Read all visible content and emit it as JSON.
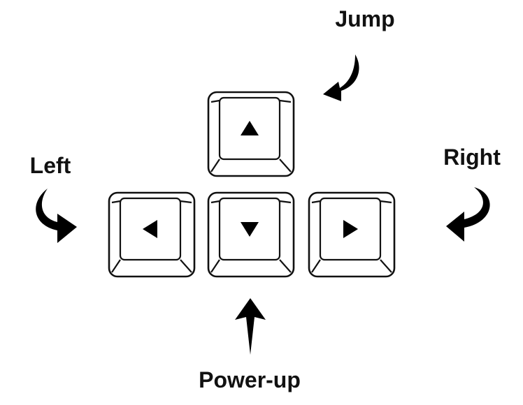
{
  "diagram": {
    "keys": [
      {
        "id": "up",
        "icon": "triangle-up-icon"
      },
      {
        "id": "left",
        "icon": "triangle-left-icon"
      },
      {
        "id": "down",
        "icon": "triangle-down-icon"
      },
      {
        "id": "right",
        "icon": "triangle-right-icon"
      }
    ],
    "labels": {
      "jump": "Jump",
      "left": "Left",
      "right": "Right",
      "powerup": "Power-up"
    },
    "arrows": {
      "jump": "curved-arrow-icon",
      "left": "curved-arrow-icon",
      "right": "curved-arrow-icon",
      "powerup": "up-arrow-icon"
    },
    "colors": {
      "ink": "#000000",
      "background": "#ffffff"
    }
  }
}
